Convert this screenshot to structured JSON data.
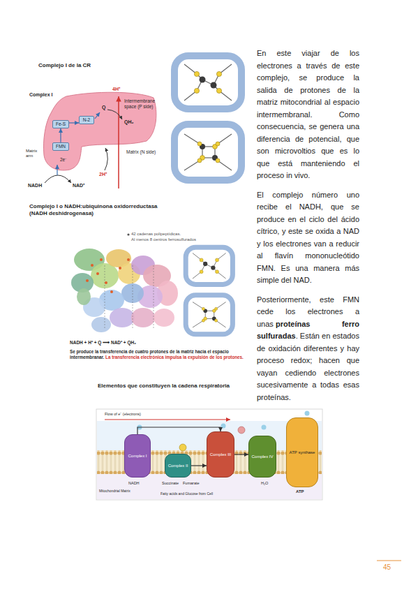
{
  "diagram": {
    "title": "Complejo I de la CR",
    "nodes": [
      {
        "text": [
          "Complex I"
        ]
      },
      {
        "text": [
          "N-2"
        ],
        "in": 0
      },
      {
        "text": [
          "Fe-S"
        ],
        "in": 0
      },
      {
        "text": [
          "FMN"
        ],
        "in": 0
      },
      {
        "text": [
          "Complex I"
        ]
      },
      {
        "text": [
          "Complex II"
        ]
      },
      {
        "text": [
          "Complex III"
        ]
      },
      {
        "text": [
          "Complex IV"
        ]
      },
      {
        "text": [
          "ATP synthase"
        ]
      }
    ],
    "edges": [
      {
        "from": 3,
        "to": 2,
        "arrow": "to"
      },
      {
        "from": 2,
        "to": 1,
        "arrow": "to"
      },
      {
        "from": 4,
        "to": 6,
        "arrow": "to"
      },
      {
        "from": 5,
        "to": 6,
        "arrow": "to"
      },
      {
        "from": 6,
        "to": 7,
        "arrow": "to"
      }
    ],
    "labels": [
      "Intermembrane space (P side)",
      "Matrix arm",
      "Matrix (N side)",
      "4H⁺",
      "2H⁺",
      "2e⁻",
      "NADH",
      "NAD⁺",
      "Q",
      "QH₂",
      "Complejo I o NADH:ubiquinona oxidorreductasa (NADH deshidrogenasa)",
      "En este viajar de los electrones a través de este complejo, se produce la salida de protones de la matriz mitocondrial al espacio intermembranal. Como consecuencia, se genera una diferencia de potencial, que son microvoltios que es lo que está manteniendo el proceso in vivo.",
      "El complejo número uno recibe el NADH, que se produce en el ciclo del ácido cítrico, y este se oxida a NAD y los electrones van a reducir al flavín mononucleótido FMN. Es una manera más simple del NAD.",
      "Posteriormente, este FMN cede los electrones a unas",
      "proteínas ferro sulfuradas",
      ". Están en estados de oxidación diferentes y hay proceso redox; hacen que vayan cediendo electrones sucesivamente a todas esas proteínas.",
      "42 cadenas polipeptídicas.",
      "Al menos 8 centros ferrosulfurados",
      "NADH + H⁺ + Q ⟶ NAD⁺ + QH₂",
      "Se produce la transferencia de cuatro protones de la matriz hacia el espacio intermembranar.",
      "La transferencia electrónica impulsa la expulsión de los protones.",
      "Elementos que constituyen la cadena respiratoria",
      "Flow of e⁻ (electrons)",
      "Mitochondrial Matrix",
      "NADH",
      "Succinate",
      "Fumarate",
      "H₂O",
      "ATP",
      "Fatty acids and Glucose from Cell",
      "45"
    ]
  }
}
